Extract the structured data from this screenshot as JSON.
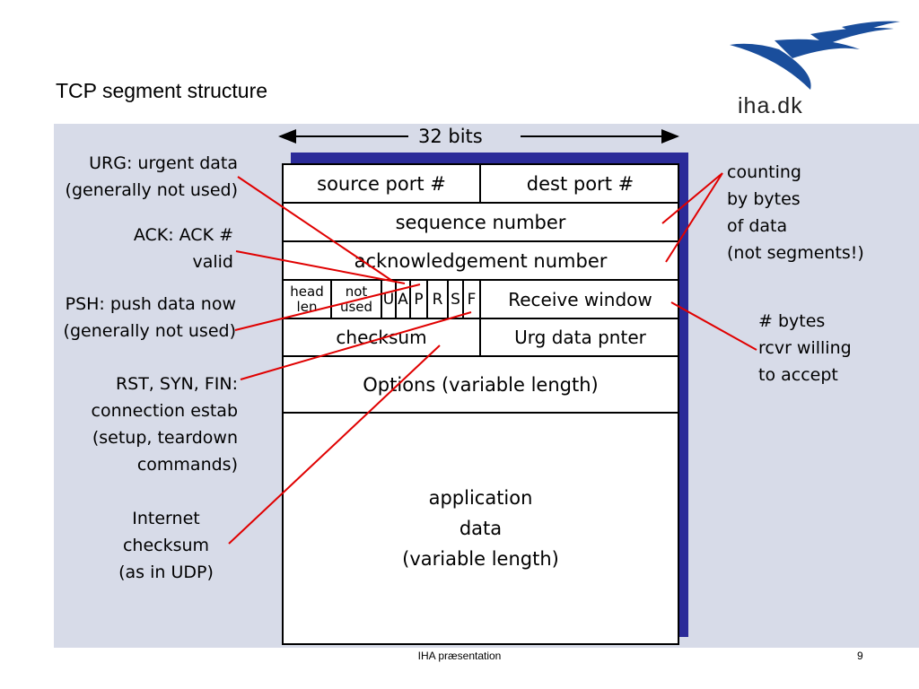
{
  "title": "TCP segment structure",
  "logo": {
    "text": "iha.dk"
  },
  "width_label": "32 bits",
  "segment": {
    "source_port": "source port #",
    "dest_port": "dest port #",
    "sequence_number": "sequence number",
    "ack_number": "acknowledgement number",
    "head_len": [
      "head",
      "len"
    ],
    "not_used": [
      "not",
      "used"
    ],
    "flags": [
      "U",
      "A",
      "P",
      "R",
      "S",
      "F"
    ],
    "receive_window": "Receive window",
    "checksum": "checksum",
    "urg_pointer": "Urg data pnter",
    "options": "Options (variable length)",
    "app_data": [
      "application",
      "data",
      "(variable length)"
    ]
  },
  "annotations": {
    "urg": [
      "URG: urgent data",
      "(generally not used)"
    ],
    "ack": [
      "ACK: ACK #",
      "valid"
    ],
    "psh": [
      "PSH: push data now",
      "(generally not used)"
    ],
    "rst": [
      "RST, SYN, FIN:",
      "connection estab",
      "(setup, teardown",
      "commands)"
    ],
    "checksum": [
      "Internet",
      "checksum",
      "(as in UDP)"
    ],
    "counting": [
      "counting",
      "by bytes",
      "of data",
      "(not segments!)"
    ],
    "rcvr": [
      "# bytes",
      "rcvr willing",
      "to accept"
    ]
  },
  "colors": {
    "panel": "#d7dbe8",
    "shadow": "#2b2b99",
    "callout": "#e00000"
  },
  "footer": "IHA præsentation",
  "page_number": "9"
}
